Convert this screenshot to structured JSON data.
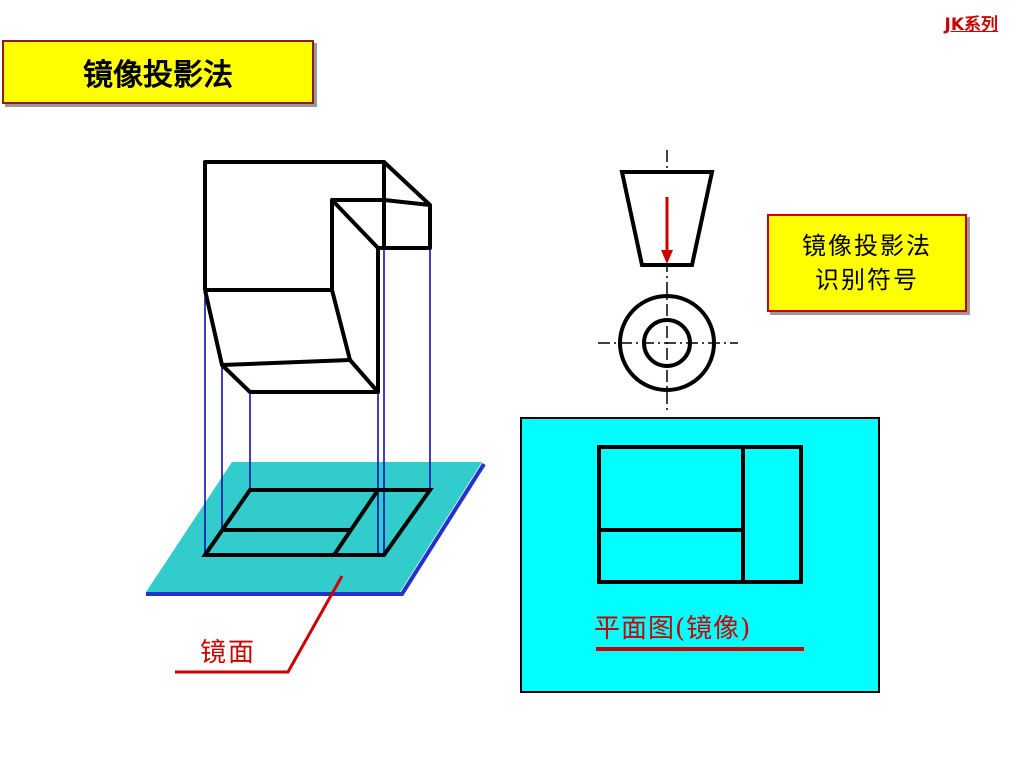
{
  "header": {
    "series_tag": "JK系列"
  },
  "title": "镜像投影法",
  "symbol_box": {
    "line1": "镜像投影法",
    "line2": "识别符号"
  },
  "mirror_label": "镜面",
  "plan_caption": "平面图(镜像)",
  "colors": {
    "title_bg": "#ffff00",
    "accent_red": "#cc0000",
    "mirror_plane": "#33cccc",
    "plan_bg": "#00ffff",
    "projection_line": "#0000aa"
  }
}
